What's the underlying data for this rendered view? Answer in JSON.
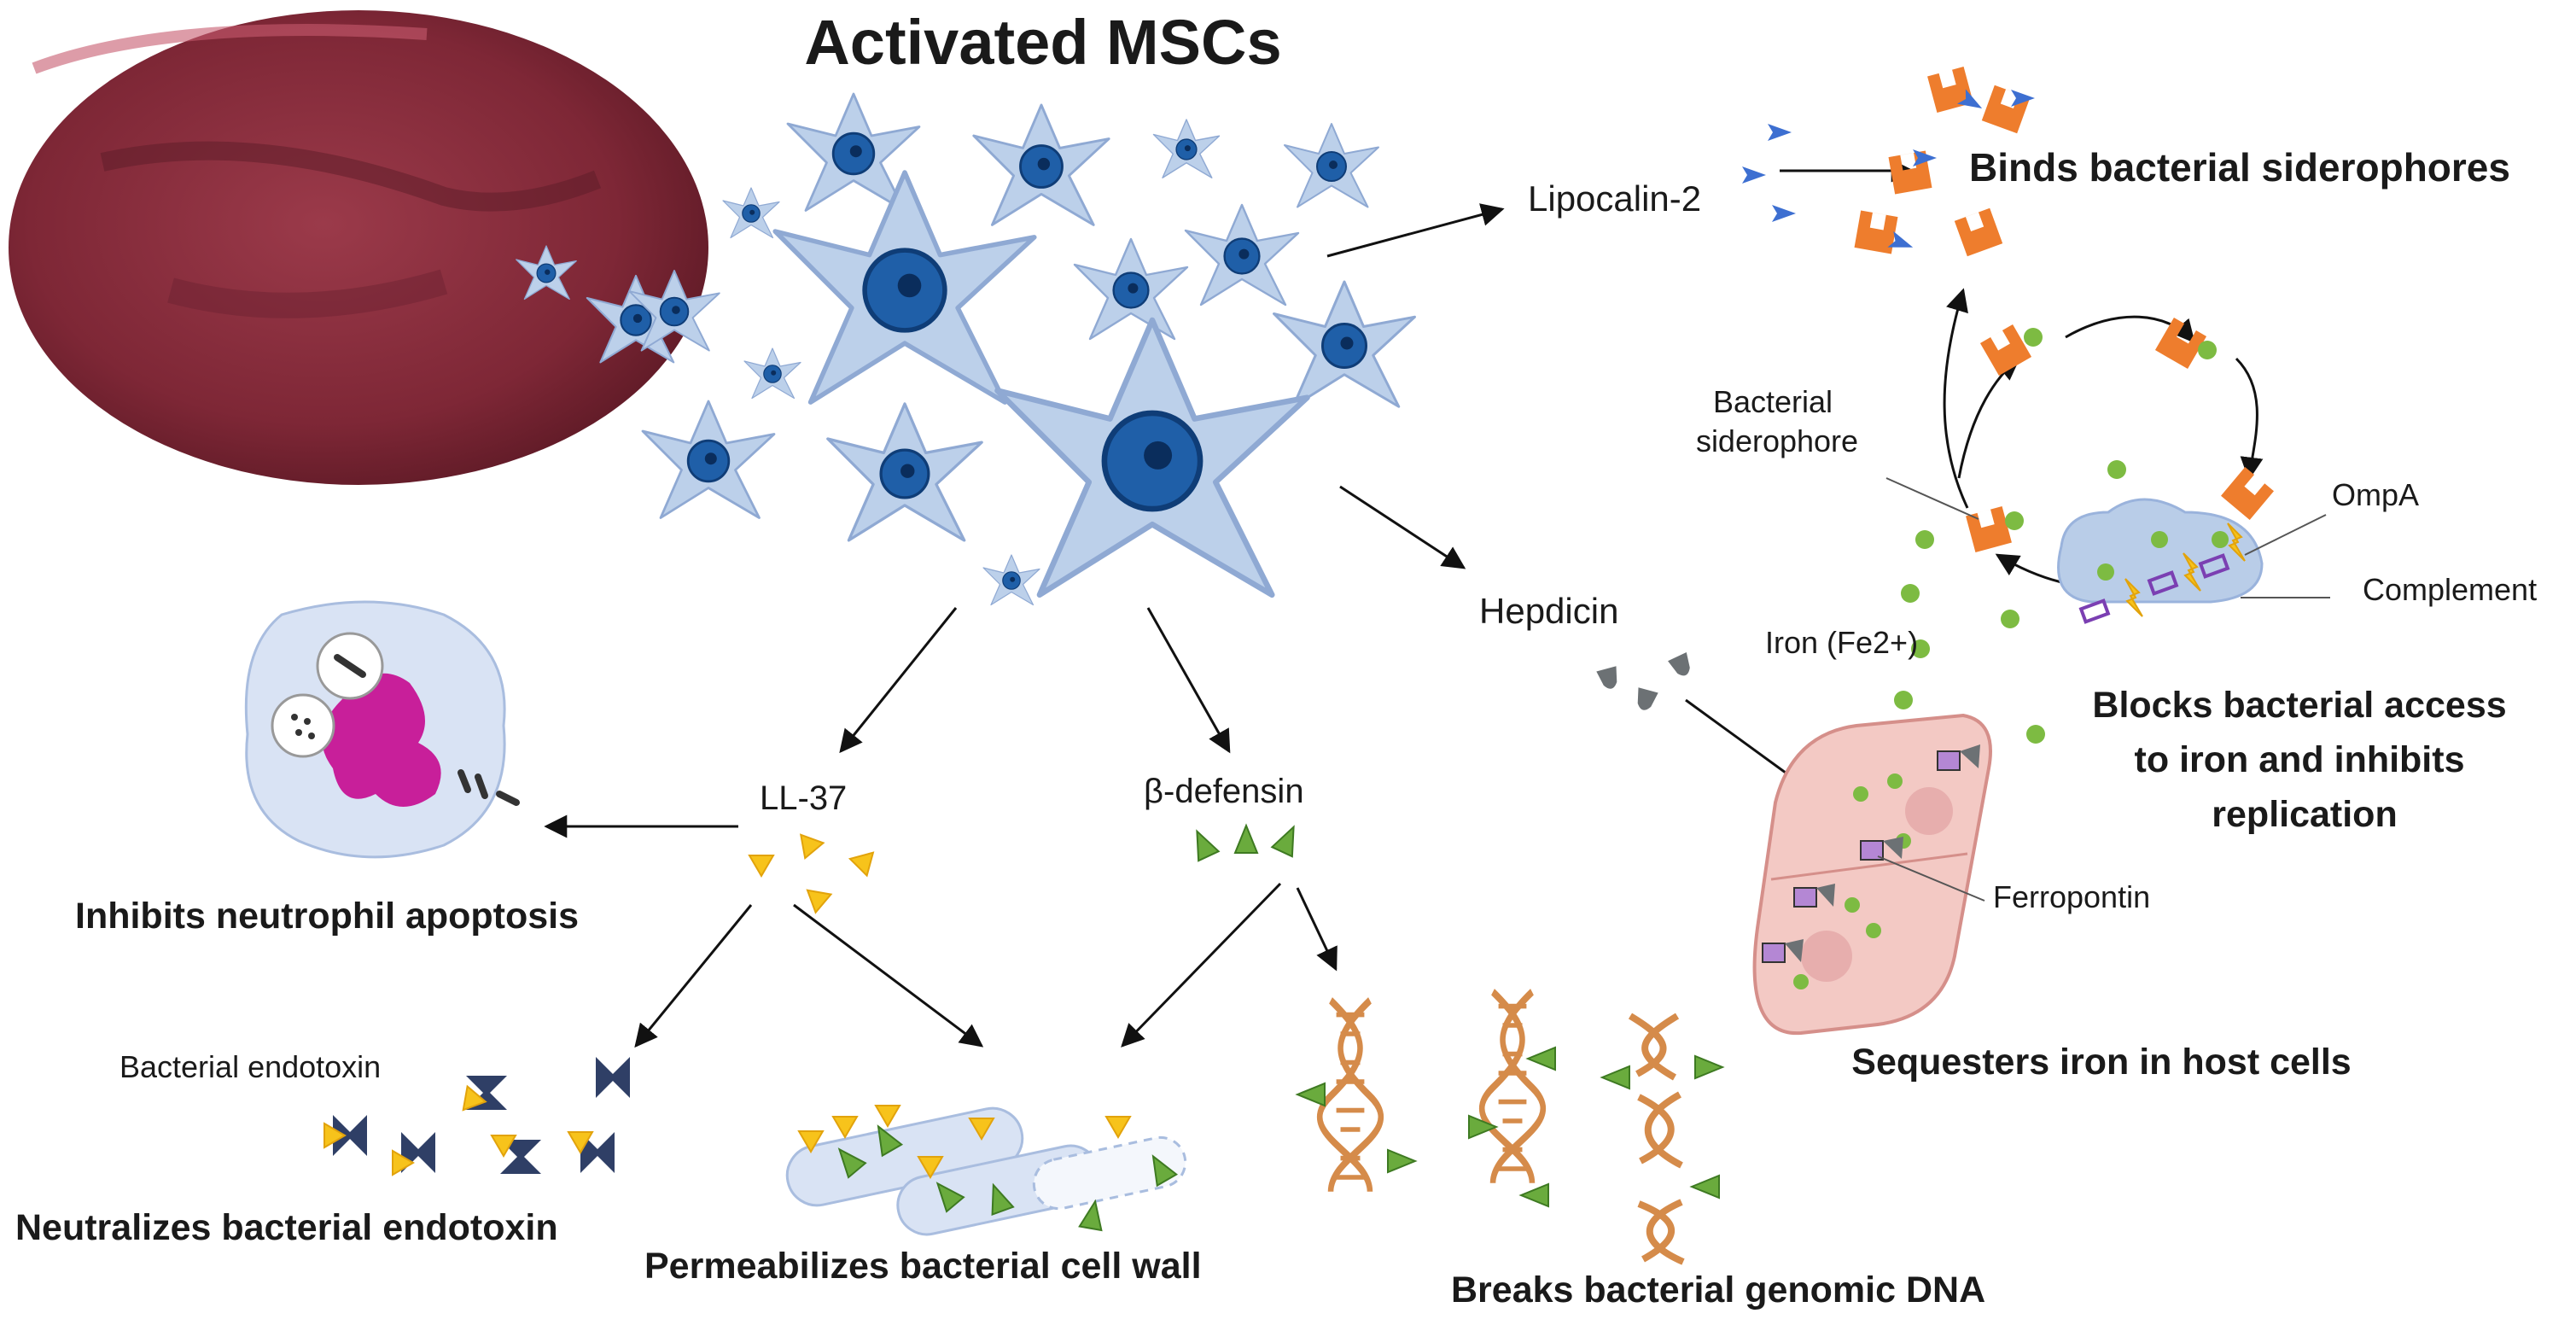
{
  "title": "Activated MSCs",
  "mediators": {
    "lipocalin": "Lipocalin-2",
    "hepcidin": "Hepdicin",
    "ll37": "LL-37",
    "defensin": "β-defensin"
  },
  "effects": {
    "siderophores": "Binds bacterial siderophores",
    "iron_block": [
      "Blocks bacterial access",
      "to iron and inhibits",
      "replication"
    ],
    "sequesters": "Sequesters iron in host cells",
    "neutrophil": "Inhibits neutrophil apoptosis",
    "endotoxin_neutralize": "Neutralizes bacterial endotoxin",
    "permeabilize": "Permeabilizes bacterial cell wall",
    "dna": "Breaks bacterial genomic DNA"
  },
  "labels": {
    "bacterial_siderophore": [
      "Bacterial",
      "siderophore"
    ],
    "ompa": "OmpA",
    "complement": "Complement",
    "iron": "Iron (Fe2+)",
    "ferroportin": "Ferropontin",
    "endotoxin": "Bacterial endotoxin"
  },
  "colors": {
    "cell_fill": "#b9cde8",
    "cell_edge": "#8fa9d3",
    "nucleus": "#1f5fa8",
    "siderophore": "#ee7d2d",
    "lipocalin": "#3d6fd1",
    "iron": "#7dbb42",
    "ll37": "#f7c31b",
    "defensin": "#5f9e3a",
    "dna": "#d58b4a",
    "endotoxin": "#2f3f66",
    "tissue": "#8c2e3c",
    "hostcell": "#f3c9c4",
    "neutrophil": "#c81f9a"
  }
}
